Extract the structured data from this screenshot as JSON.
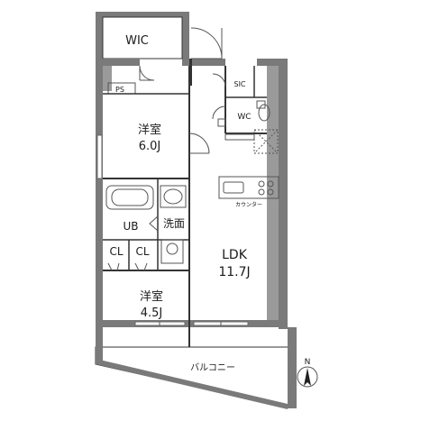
{
  "rooms": {
    "wic": "WIC",
    "ps": "PS",
    "western_room_1": {
      "name": "洋室",
      "size": "6.0J"
    },
    "western_room_2": {
      "name": "洋室",
      "size": "4.5J"
    },
    "sic": "SIC",
    "wc": "WC",
    "ub": "UB",
    "washroom": "洗面",
    "cl_1": "CL",
    "cl_2": "CL",
    "ldk": {
      "name": "LDK",
      "size": "11.7J"
    },
    "counter": "カウンター",
    "balcony": "バルコニー"
  },
  "compass": {
    "label": "N"
  },
  "colors": {
    "wall": "#7a7a7a",
    "line": "#333333",
    "background": "#ffffff"
  }
}
